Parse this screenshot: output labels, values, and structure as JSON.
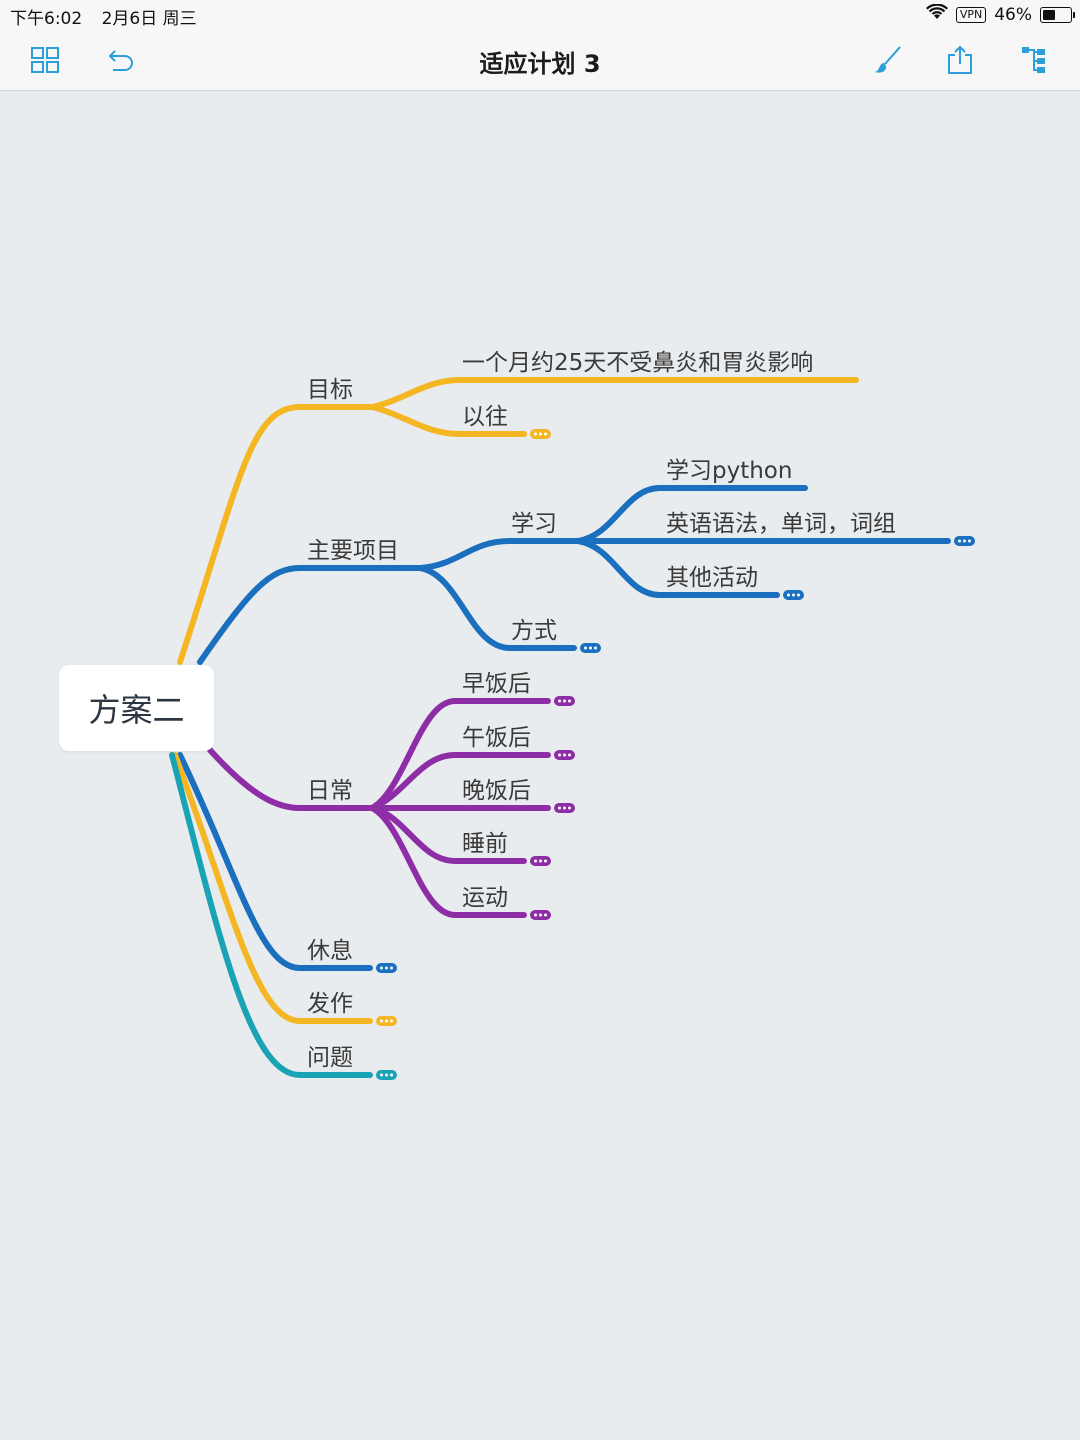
{
  "status": {
    "time": "下午6:02",
    "date": "2月6日 周三",
    "vpn": "VPN",
    "battery": "46%",
    "battery_level": 0.46
  },
  "toolbar": {
    "title": "适应计划 3",
    "icons": [
      "grid-icon",
      "undo-icon",
      "brush-icon",
      "share-icon",
      "outline-tree-icon"
    ]
  },
  "mindmap": {
    "root": "方案二",
    "colors": {
      "yellow": "#f5b623",
      "blue": "#1a6fbf",
      "purple": "#8e2ea6",
      "teal": "#1aa3b5",
      "collapse_dots": "#ffffff"
    },
    "goal": {
      "label": "目标",
      "children": [
        "一个月约25天不受鼻炎和胃炎影响",
        "以往"
      ]
    },
    "main": {
      "label": "主要项目",
      "study": {
        "label": "学习",
        "children": [
          "学习python",
          "英语语法，单词，词组",
          "其他活动"
        ]
      },
      "method": "方式"
    },
    "daily": {
      "label": "日常",
      "children": [
        "早饭后",
        "午饭后",
        "晚饭后",
        "睡前",
        "运动"
      ]
    },
    "rest": "休息",
    "attack": "发作",
    "issues": "问题"
  }
}
